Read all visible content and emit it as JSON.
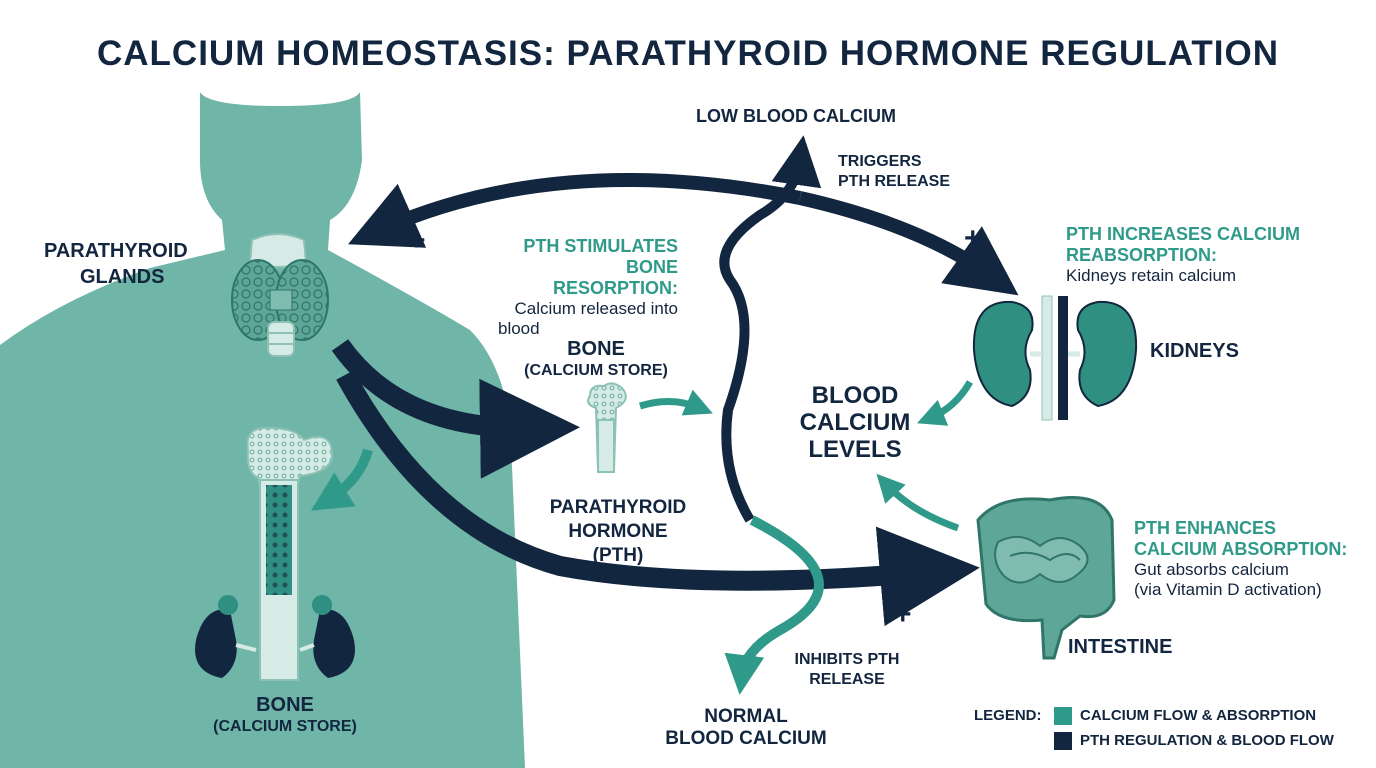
{
  "title": "CALCIUM HOMEOSTASIS: PARATHYROID HORMONE REGULATION",
  "labels": {
    "parathyroid_glands": [
      "PARATHYROID",
      "GLANDS"
    ],
    "low_blood_calcium": "LOW BLOOD CALCIUM",
    "triggers": [
      "TRIGGERS",
      "PTH RELEASE"
    ],
    "bone_right": [
      "BONE",
      "(CALCIUM STORE)"
    ],
    "bone_left": [
      "BONE",
      "(CALCIUM STORE)"
    ],
    "blood_calcium": [
      "BLOOD",
      "CALCIUM",
      "LEVELS"
    ],
    "pth": [
      "PARATHYROID",
      "HORMONE",
      "(PTH)"
    ],
    "kidneys": "KIDNEYS",
    "intestine": "INTESTINE",
    "inhibits": [
      "INHIBITS PTH",
      "RELEASE"
    ],
    "normal_blood_calcium": [
      "NORMAL",
      "BLOOD CALCIUM"
    ]
  },
  "annotations": {
    "bone": {
      "heading": [
        "PTH STIMULATES",
        "BONE RESORPTION:"
      ],
      "body": [
        "Calcium released into",
        "blood"
      ]
    },
    "kidney": {
      "heading": [
        "PTH INCREASES CALCIUM",
        "REABSORPTION:"
      ],
      "body": [
        "Kidneys retain calcium"
      ]
    },
    "intestine": {
      "heading": [
        "PTH ENHANCES",
        "CALCIUM ABSORPTION:"
      ],
      "body": [
        "Gut absorbs calcium",
        "(via Vitamin D activation)"
      ]
    }
  },
  "plus_sign": "+",
  "legend": {
    "title": "LEGEND:",
    "items": [
      {
        "label": "CALCIUM FLOW & ABSORPTION",
        "color": "#2f9a89"
      },
      {
        "label": "PTH REGULATION & BLOOD FLOW",
        "color": "#13263f"
      }
    ]
  },
  "colors": {
    "navy": "#13263f",
    "teal": "#2f9a89",
    "body": "#6fb5a8",
    "organ": "#4f9e8f",
    "light": "#d6ebe6"
  }
}
